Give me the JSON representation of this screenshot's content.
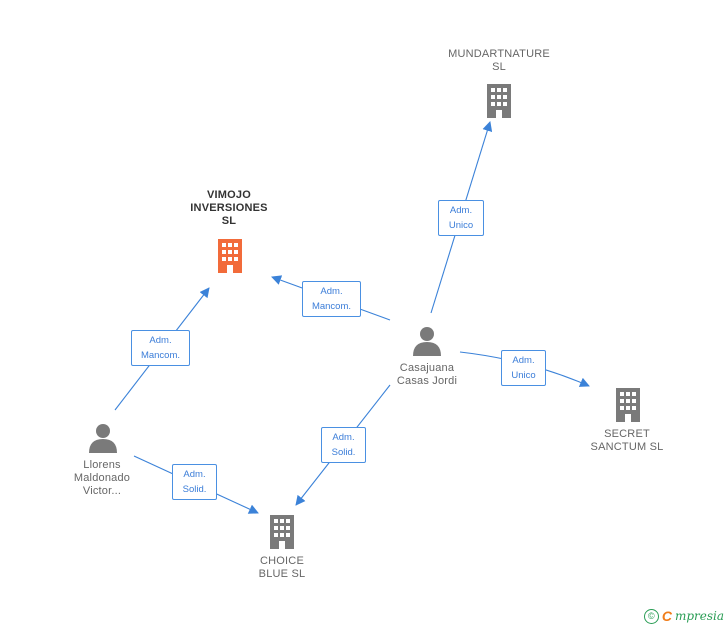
{
  "nodes": {
    "mundartnature": {
      "line1": "MUNDARTNATURE",
      "line2": "SL"
    },
    "vimojo": {
      "line1": "VIMOJO",
      "line2": "INVERSIONES",
      "line3": "SL"
    },
    "casajuana": {
      "line1": "Casajuana",
      "line2": "Casas Jordi"
    },
    "llorens": {
      "line1": "Llorens",
      "line2": "Maldonado",
      "line3": "Victor..."
    },
    "secret": {
      "line1": "SECRET",
      "line2": "SANCTUM  SL"
    },
    "choice": {
      "line1": "CHOICE",
      "line2": "BLUE  SL"
    }
  },
  "edges": {
    "casajuana_mundart": {
      "line1": "Adm.",
      "line2": "Unico"
    },
    "casajuana_vimojo": {
      "line1": "Adm.",
      "line2": "Mancom."
    },
    "llorens_vimojo": {
      "line1": "Adm.",
      "line2": "Mancom."
    },
    "casajuana_secret": {
      "line1": "Adm.",
      "line2": "Unico"
    },
    "casajuana_choice": {
      "line1": "Adm.",
      "line2": "Solid."
    },
    "llorens_choice": {
      "line1": "Adm.",
      "line2": "Solid."
    }
  },
  "brand": {
    "copyright": "©",
    "e": "C",
    "rest": "mpresia"
  },
  "colors": {
    "edge": "#3b82d8",
    "company": "#7a7a7a",
    "highlight": "#f26b3a",
    "person": "#7a7a7a"
  }
}
